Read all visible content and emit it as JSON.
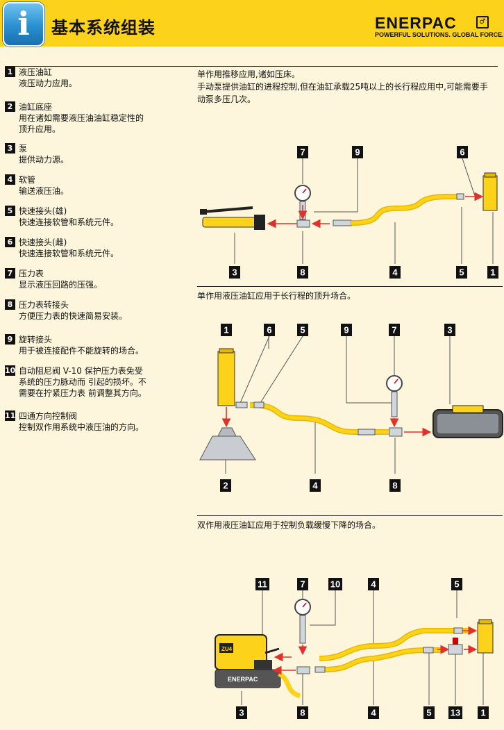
{
  "header": {
    "info_icon": "info-icon",
    "title": "基本系统组装",
    "brand": "ENERPAC",
    "tagline": "POWERFUL SOLUTIONS. GLOBAL FORCE."
  },
  "legend": [
    {
      "num": "1",
      "title": "液压油缸",
      "desc": [
        "液压动力应用。"
      ]
    },
    {
      "num": "2",
      "title": "油缸底座",
      "desc": [
        "用在诸如需要液压油油缸稳定性的",
        "顶升应用。"
      ]
    },
    {
      "num": "3",
      "title": "泵",
      "desc": [
        "提供动力源。"
      ]
    },
    {
      "num": "4",
      "title": "软管",
      "desc": [
        "输送液压油。"
      ]
    },
    {
      "num": "5",
      "title": "快速接头(雄)",
      "desc": [
        "快速连接软管和系统元件。"
      ]
    },
    {
      "num": "6",
      "title": "快速接头(雌)",
      "desc": [
        "快速连接软管和系统元件。"
      ]
    },
    {
      "num": "7",
      "title": "压力表",
      "desc": [
        "显示液压回路的压强。"
      ]
    },
    {
      "num": "8",
      "title": "压力表转接头",
      "desc": [
        "方便压力表的快速简易安装。"
      ]
    },
    {
      "num": "9",
      "title": "旋转接头",
      "desc": [
        "用于被连接配件不能旋转的场合。"
      ]
    },
    {
      "num": "10",
      "title": "自动阻尼阀 V-10 保护压力表免受",
      "desc": [
        "系统的压力脉动而 引起的损坏。不",
        "需要在拧紧压力表 前调整其方向。"
      ]
    },
    {
      "num": "11",
      "title": "四通方向控制阀",
      "desc": [
        "控制双作用系统中液压油的方向。"
      ]
    }
  ],
  "section1": {
    "caption": [
      "单作用推移应用,诸如压床。",
      "手动泵提供油缸的进程控制,但在油缸承载25吨以上的长行程应用中,可能需要手",
      "动泵多压几次。"
    ],
    "tags_top": [
      "7",
      "9",
      "6"
    ],
    "tags_bottom": [
      "3",
      "8",
      "4",
      "5",
      "1"
    ]
  },
  "section2": {
    "caption": [
      "单作用液压油缸应用于长行程的顶升场合。"
    ],
    "tags_top": [
      "1",
      "6",
      "5",
      "9",
      "7",
      "3"
    ],
    "tags_bottom": [
      "2",
      "4",
      "8"
    ]
  },
  "section3": {
    "caption": [
      "双作用液压油缸应用于控制负载缓慢下降的场合。"
    ],
    "tags_top": [
      "11",
      "7",
      "10",
      "4",
      "5"
    ],
    "tags_bottom": [
      "3",
      "8",
      "4",
      "5",
      "13",
      "1"
    ],
    "pump_label": "ENERPAC",
    "pump_badge": "ZU4"
  },
  "colors": {
    "yellow": "#fdd21a",
    "background": "#fdf6dc",
    "arrow": "#e0312b",
    "hose": "#f5c400"
  }
}
